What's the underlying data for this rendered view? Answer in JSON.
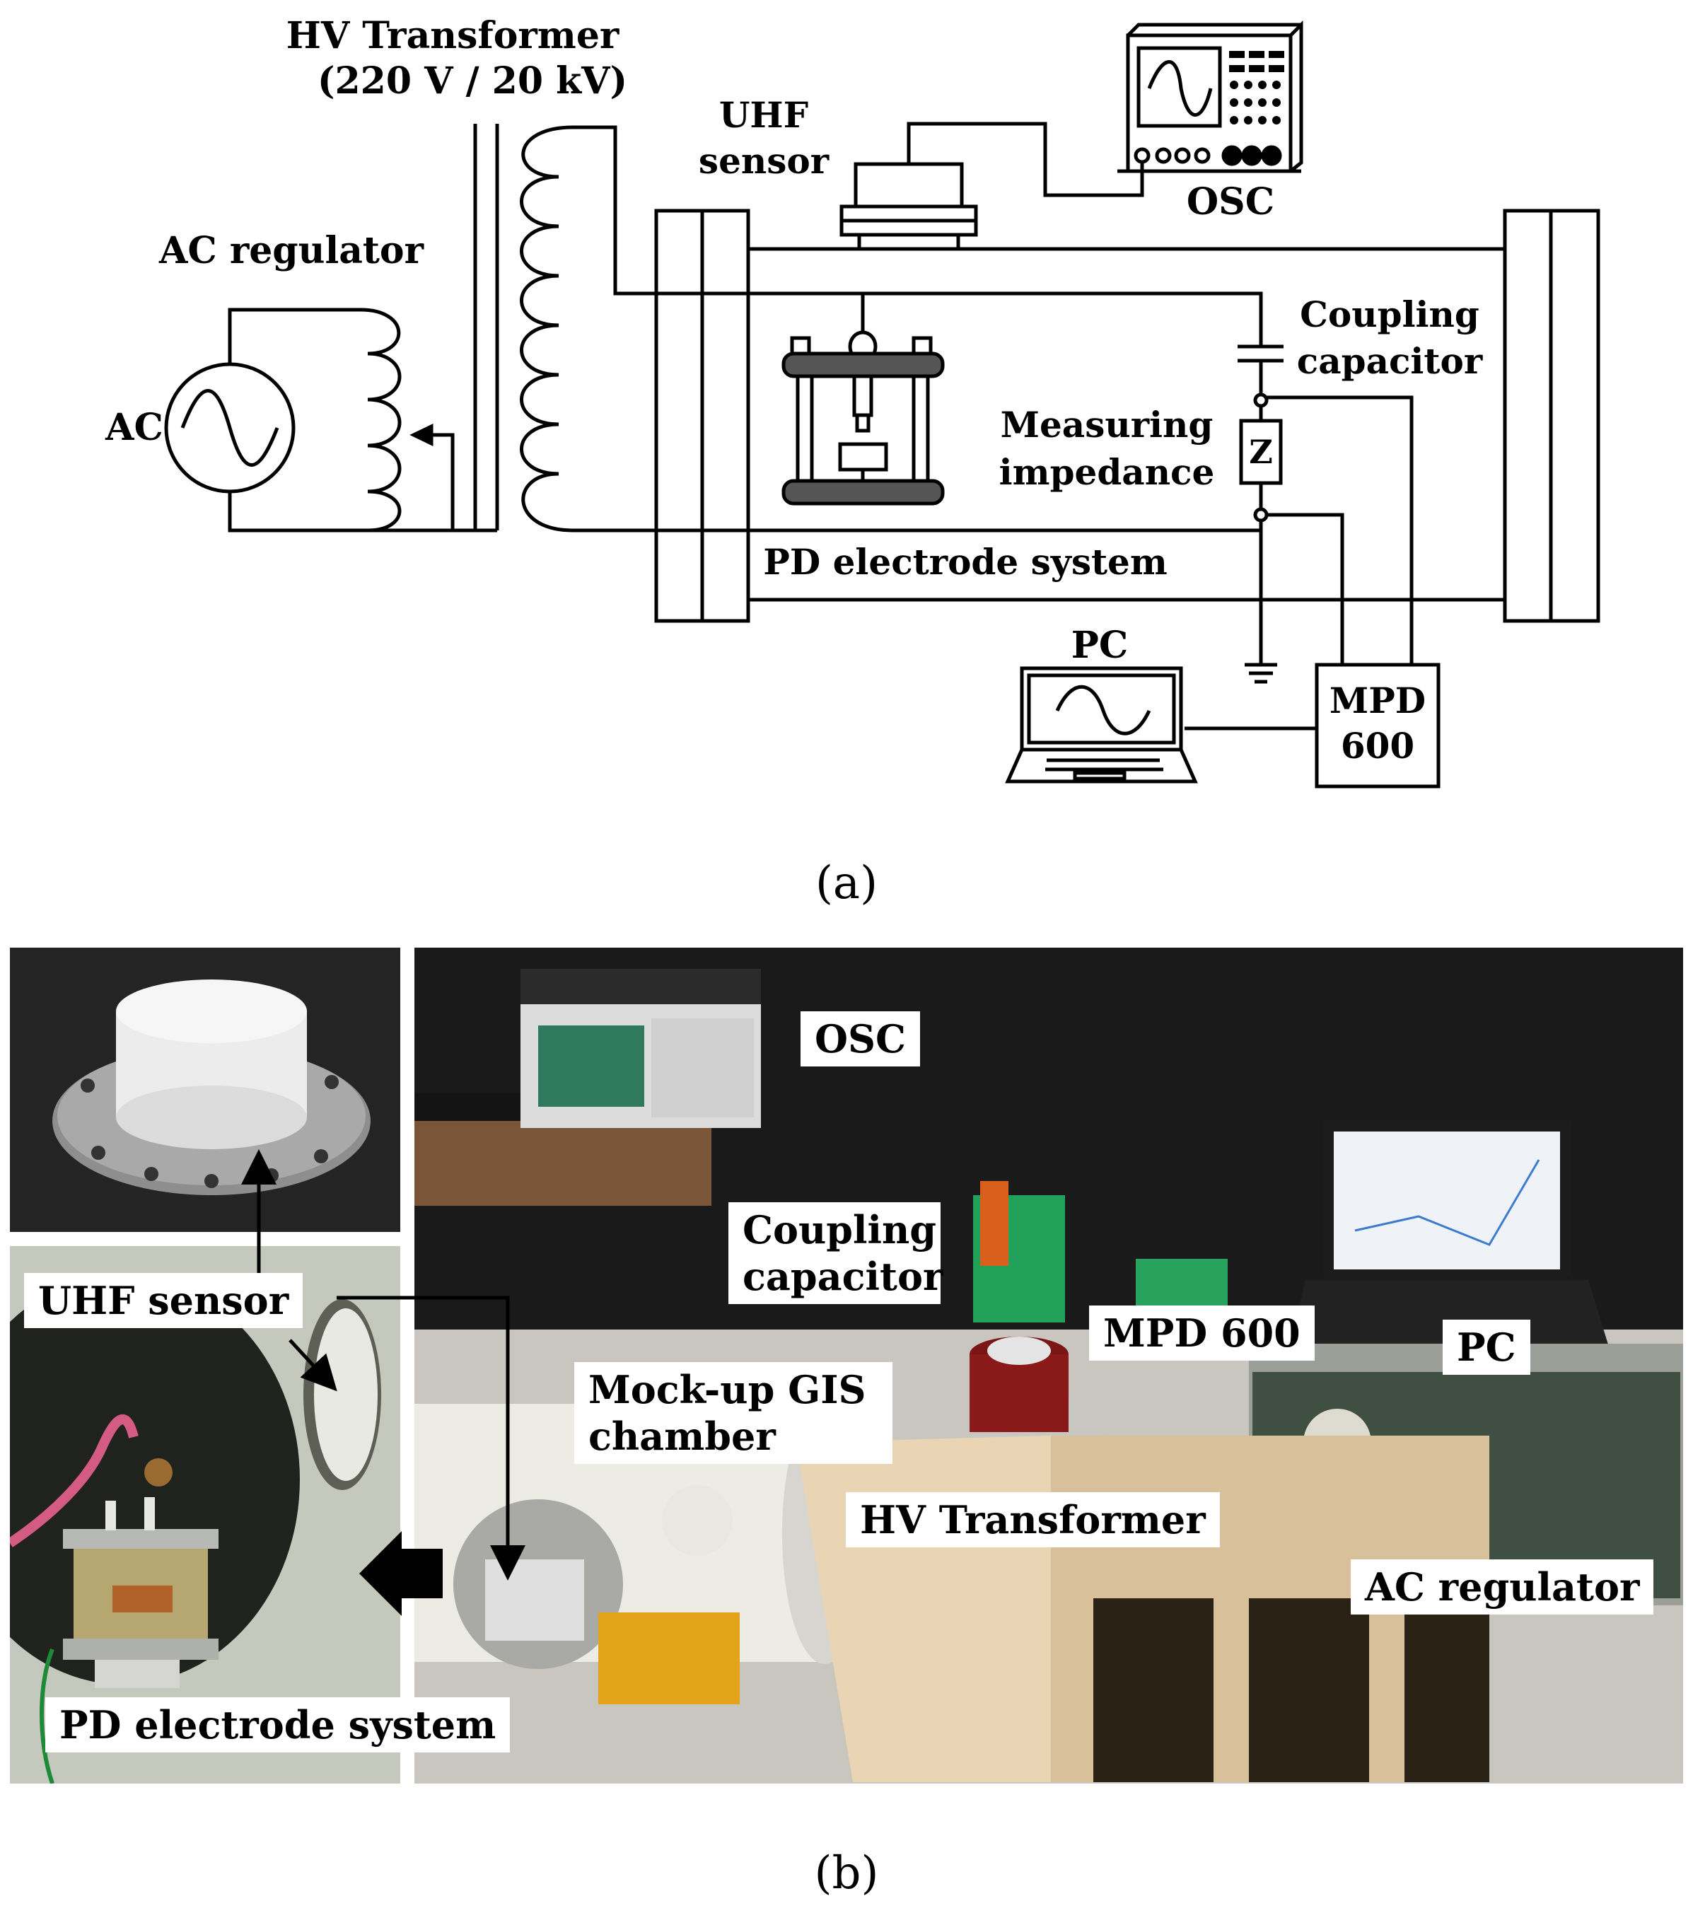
{
  "diagram_a": {
    "labels": {
      "hv_transformer_line1": "HV Transformer",
      "hv_transformer_line2": "(220 V / 20 kV)",
      "uhf_sensor_line1": "UHF",
      "uhf_sensor_line2": "sensor",
      "osc": "OSC",
      "ac_regulator": "AC regulator",
      "ac": "AC",
      "coupling_capacitor_line1": "Coupling",
      "coupling_capacitor_line2": "capacitor",
      "measuring_impedance_line1": "Measuring",
      "measuring_impedance_line2": "impedance",
      "impedance_symbol": "Z",
      "pd_electrode_system": "PD electrode system",
      "pc": "PC",
      "mpd_line1": "MPD",
      "mpd_line2": "600"
    },
    "caption": "(a)"
  },
  "photo_b": {
    "callouts": {
      "osc": "OSC",
      "coupling_capacitor_line1": "Coupling",
      "coupling_capacitor_line2": "capacitor",
      "mpd600": "MPD 600",
      "pc": "PC",
      "mockup_line1": "Mock-up GIS",
      "mockup_line2": "chamber",
      "hv_transformer": "HV Transformer",
      "ac_regulator": "AC regulator",
      "uhf_sensor": "UHF sensor",
      "pd_electrode_system": "PD electrode system"
    },
    "caption": "(b)"
  }
}
